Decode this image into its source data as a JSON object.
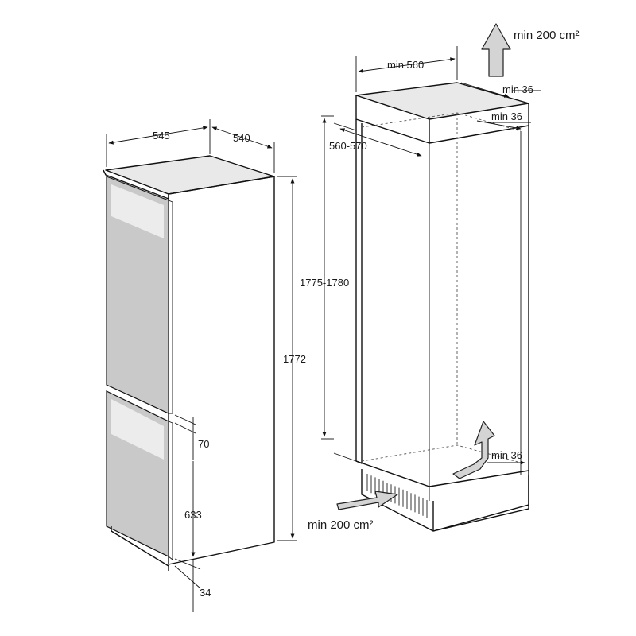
{
  "fridge_dimensions": {
    "width": "545",
    "depth": "540",
    "height": "1772",
    "upper_gap": "70",
    "lower_door": "633",
    "bottom": "34"
  },
  "niche_dimensions": {
    "width": "min 560",
    "height": "1775-1780",
    "depth": "560-570",
    "top_clearance": "min 36",
    "rear_clearance_top": "min 36",
    "rear_clearance_bottom": "min 36"
  },
  "ventilation": {
    "outlet": "min 200 cm²",
    "inlet": "min 200 cm²"
  }
}
